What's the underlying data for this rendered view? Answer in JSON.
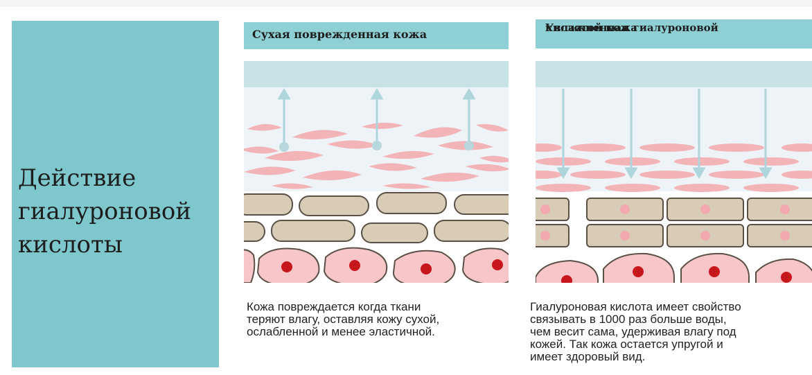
{
  "title_lines": [
    "Действие",
    "гиалуроновой",
    "кислоты"
  ],
  "panels": {
    "dry": {
      "header": "Сухая поврежденная кожа",
      "caption_lines": [
        "Кожа повреждается когда ткани",
        "теряют влагу, оставляя кожу сухой,",
        "ослабленной и менее эластичной."
      ]
    },
    "hydrated": {
      "header_lines": [
        "Увлажненная гиалуроновой",
        "кислотой кожа"
      ],
      "caption_lines": [
        "Гиалуроновая кислота имеет свойство",
        "связывать в 1000 раз больше воды,",
        "чем весит сама, удерживая влагу под",
        "кожей. Так кожа остается упругой и",
        "имеет здоровый вид."
      ]
    }
  },
  "colors": {
    "accent_panel": "#7ec8cd",
    "header_bar": "#8fd0d4",
    "surface_layer": "#c9e2e6",
    "pink_fiber": "#f2b4b7",
    "beige_cell": "#d8ccb6",
    "cell_nucleus": "#c8161d",
    "arrow": "#aed4dc"
  }
}
